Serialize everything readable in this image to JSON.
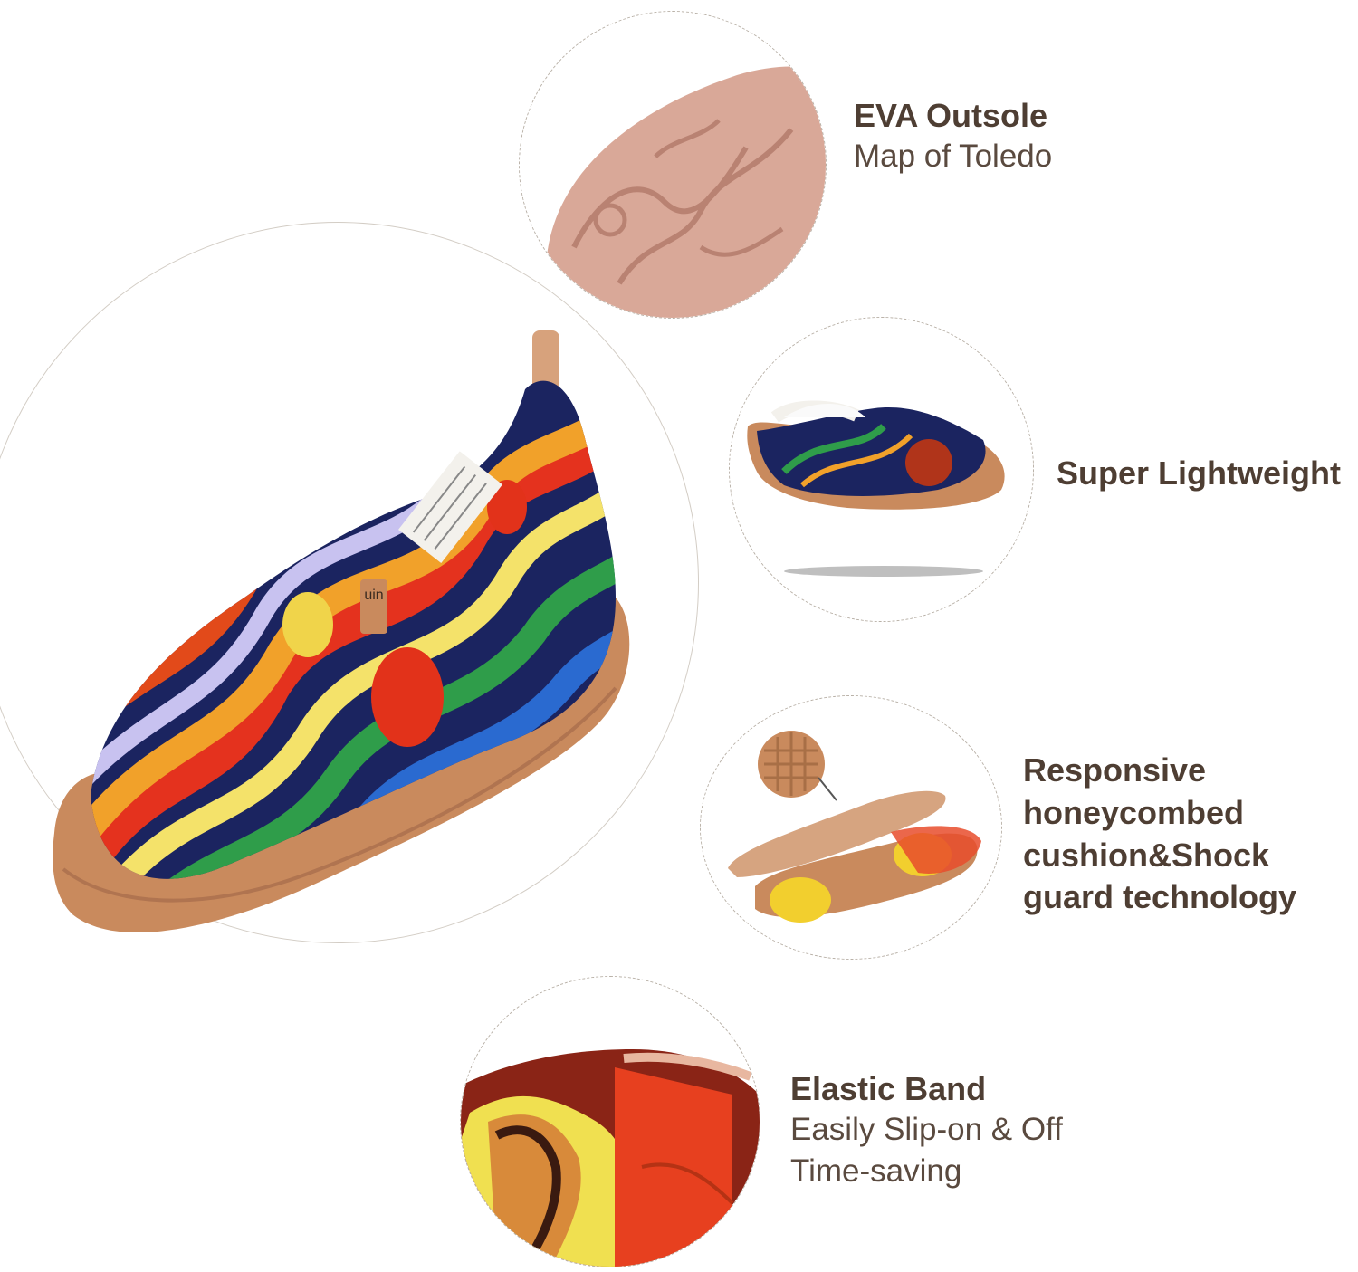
{
  "features": {
    "outsole": {
      "title": "EVA Outsole",
      "subtitle": "Map of Toledo"
    },
    "lightweight": {
      "title": "Super Lightweight"
    },
    "cushion": {
      "lines": [
        "Responsive",
        "honeycombed",
        "cushion&Shock",
        "guard technology"
      ]
    },
    "elastic": {
      "title": "Elastic Band",
      "subtitle_lines": [
        "Easily Slip-on & Off",
        "Time-saving"
      ]
    }
  },
  "brand": {
    "logo_text": "uin"
  },
  "colors": {
    "text_dark": "#4e3e33",
    "sole_tan": "#c98a5d",
    "outsole_pink": "#d9a898",
    "ring": "#b8b0a6"
  }
}
